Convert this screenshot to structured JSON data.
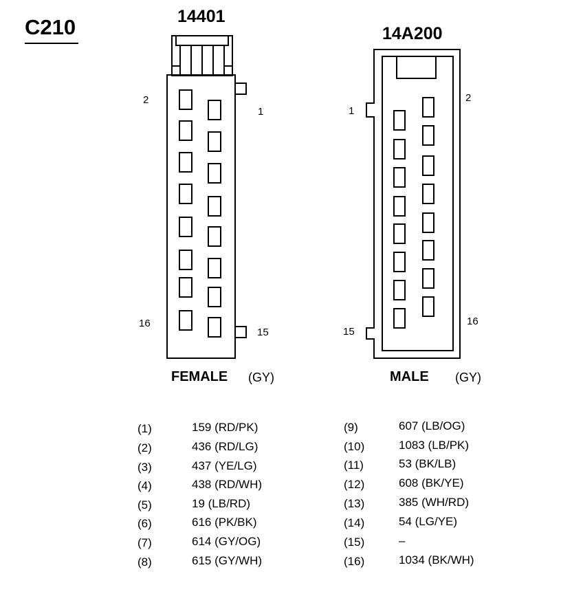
{
  "title": "C210",
  "female": {
    "part_number": "14401",
    "label": "FEMALE",
    "color": "(GY)",
    "pin_labels": {
      "tl": "2",
      "tr": "1",
      "bl": "16",
      "br": "15"
    }
  },
  "male": {
    "part_number": "14A200",
    "label": "MALE",
    "color": "(GY)",
    "pin_labels": {
      "tl": "1",
      "tr": "2",
      "bl": "15",
      "br": "16"
    }
  },
  "pinout_left": [
    {
      "pin": "(1)",
      "wire": "159 (RD/PK)"
    },
    {
      "pin": "(2)",
      "wire": "436 (RD/LG)"
    },
    {
      "pin": "(3)",
      "wire": "437 (YE/LG)"
    },
    {
      "pin": "(4)",
      "wire": "438 (RD/WH)"
    },
    {
      "pin": "(5)",
      "wire": "19 (LB/RD)"
    },
    {
      "pin": "(6)",
      "wire": "616 (PK/BK)"
    },
    {
      "pin": "(7)",
      "wire": "614 (GY/OG)"
    },
    {
      "pin": "(8)",
      "wire": "615 (GY/WH)"
    }
  ],
  "pinout_right": [
    {
      "pin": "(9)",
      "wire": "607 (LB/OG)"
    },
    {
      "pin": "(10)",
      "wire": "1083 (LB/PK)"
    },
    {
      "pin": "(11)",
      "wire": "53 (BK/LB)"
    },
    {
      "pin": "(12)",
      "wire": "608 (BK/YE)"
    },
    {
      "pin": "(13)",
      "wire": "385 (WH/RD)"
    },
    {
      "pin": "(14)",
      "wire": "54 (LG/YE)"
    },
    {
      "pin": "(15)",
      "wire": "–"
    },
    {
      "pin": "(16)",
      "wire": "1034 (BK/WH)"
    }
  ]
}
